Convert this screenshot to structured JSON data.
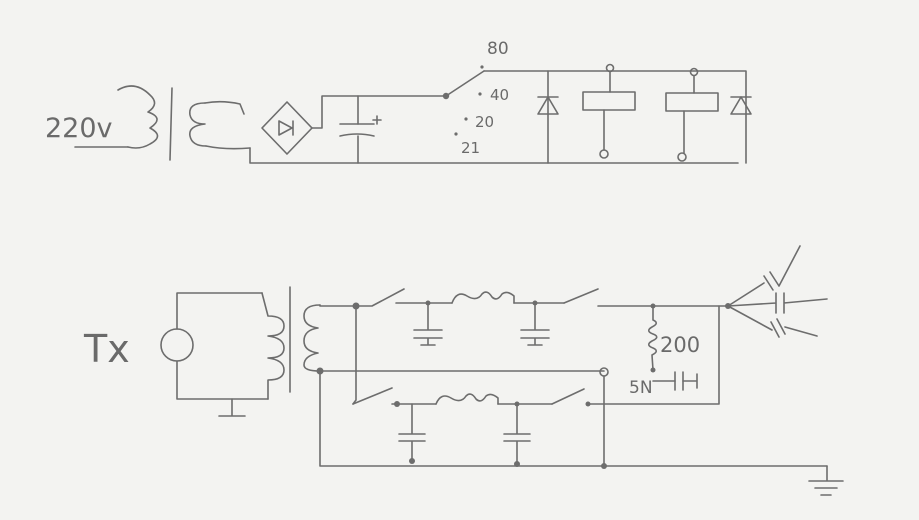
{
  "labels": {
    "mains_voltage": "220v",
    "band_80": "80",
    "band_40": "40",
    "band_20": "20",
    "band_21": "21",
    "transmitter": "Tx",
    "resistor_value": "200",
    "capacitor_value": "5N"
  },
  "colors": {
    "paper": "#f3f3f1",
    "pencil": "#6d6d6d"
  }
}
